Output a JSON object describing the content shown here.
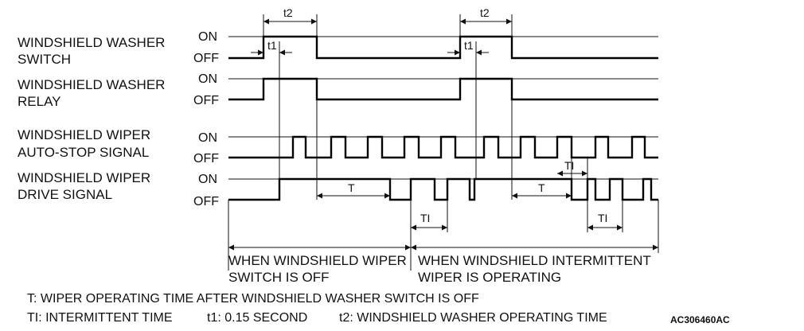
{
  "signals": [
    {
      "id": "washer-switch",
      "label_lines": [
        "WINDSHIELD WASHER",
        "SWITCH"
      ],
      "on_label": "ON",
      "off_label": "OFF"
    },
    {
      "id": "washer-relay",
      "label_lines": [
        "WINDSHIELD WASHER",
        "RELAY"
      ],
      "on_label": "ON",
      "off_label": "OFF"
    },
    {
      "id": "auto-stop",
      "label_lines": [
        "WINDSHIELD WIPER",
        "AUTO-STOP SIGNAL"
      ],
      "on_label": "ON",
      "off_label": "OFF"
    },
    {
      "id": "drive",
      "label_lines": [
        "WINDSHIELD WIPER",
        "DRIVE SIGNAL"
      ],
      "on_label": "ON",
      "off_label": "OFF"
    }
  ],
  "dimensions": {
    "t2": "t2",
    "t1": "t1",
    "T": "T",
    "TI": "TI"
  },
  "periods": [
    {
      "label_lines": [
        "WHEN WINDSHIELD WIPER",
        "SWITCH IS OFF"
      ]
    },
    {
      "label_lines": [
        "WHEN WINDSHIELD INTERMITTENT",
        "WIPER IS OPERATING"
      ]
    }
  ],
  "legend": {
    "T": "T: WIPER OPERATING TIME AFTER WINDSHIELD WASHER SWITCH IS OFF",
    "TI": "TI: INTERMITTENT TIME",
    "t1": "t1: 0.15 SECOND",
    "t2": "t2: WINDSHIELD WASHER OPERATING TIME"
  },
  "figure_code": "AC306460AC"
}
